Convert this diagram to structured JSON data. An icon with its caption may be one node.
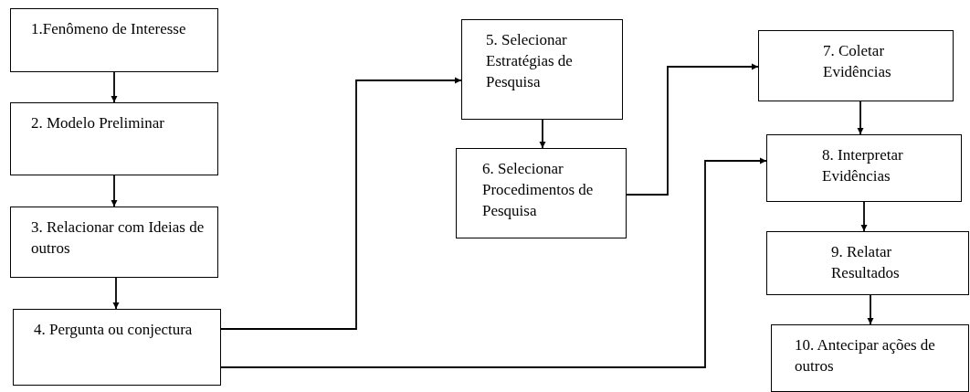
{
  "diagram": {
    "nodes": [
      {
        "text": [
          "1.Fenômeno de Interesse"
        ]
      },
      {
        "text": [
          "2. Modelo Preliminar"
        ]
      },
      {
        "text": [
          "3. Relacionar com Ideias de outros"
        ]
      },
      {
        "text": [
          "4. Pergunta ou conjectura"
        ]
      },
      {
        "text": [
          "5. Selecionar Estratégias de Pesquisa"
        ]
      },
      {
        "text": [
          "6. Selecionar Procedimentos de Pesquisa"
        ]
      },
      {
        "text": [
          "7. Coletar Evidências"
        ]
      },
      {
        "text": [
          "8. Interpretar Evidências"
        ]
      },
      {
        "text": [
          "9. Relatar Resultados"
        ]
      },
      {
        "text": [
          "10. Antecipar ações de outros"
        ]
      }
    ],
    "edges": [
      {
        "from": 0,
        "to": 1,
        "arrow": "to"
      },
      {
        "from": 1,
        "to": 2,
        "arrow": "to"
      },
      {
        "from": 2,
        "to": 3,
        "arrow": "to"
      },
      {
        "from": 3,
        "to": 4,
        "arrow": "to"
      },
      {
        "from": 3,
        "to": 7,
        "arrow": "to"
      },
      {
        "from": 4,
        "to": 5,
        "arrow": "to"
      },
      {
        "from": 5,
        "to": 6,
        "arrow": "to"
      },
      {
        "from": 6,
        "to": 7,
        "arrow": "to"
      },
      {
        "from": 7,
        "to": 8,
        "arrow": "to"
      },
      {
        "from": 8,
        "to": 9,
        "arrow": "to"
      }
    ]
  }
}
